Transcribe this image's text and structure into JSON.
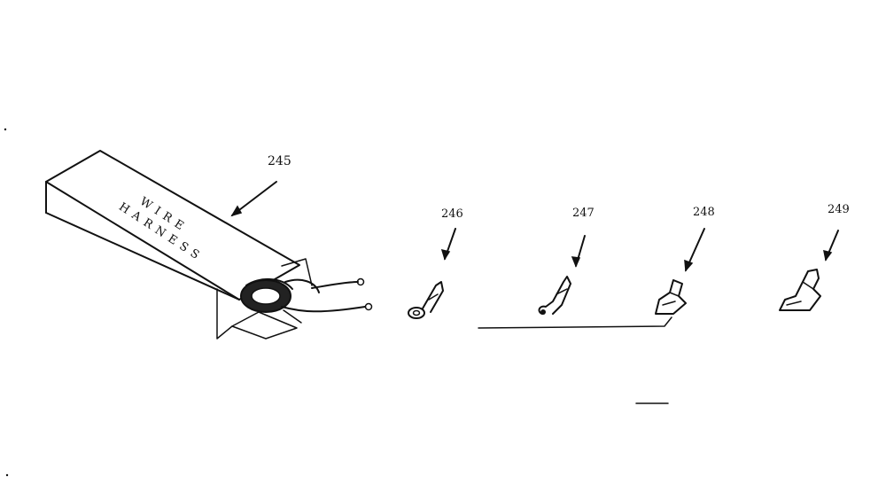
{
  "diagram": {
    "box_label_line1": "WIRE",
    "box_label_line2": "HARNESS",
    "callouts": [
      {
        "id": "harness-kit",
        "label": "245"
      },
      {
        "id": "ring-terminal",
        "label": "246"
      },
      {
        "id": "hook-terminal",
        "label": "247"
      },
      {
        "id": "flag-terminal",
        "label": "248"
      },
      {
        "id": "spade-terminal",
        "label": "249"
      }
    ]
  },
  "colors": {
    "ink": "#111111",
    "paper": "#ffffff"
  }
}
